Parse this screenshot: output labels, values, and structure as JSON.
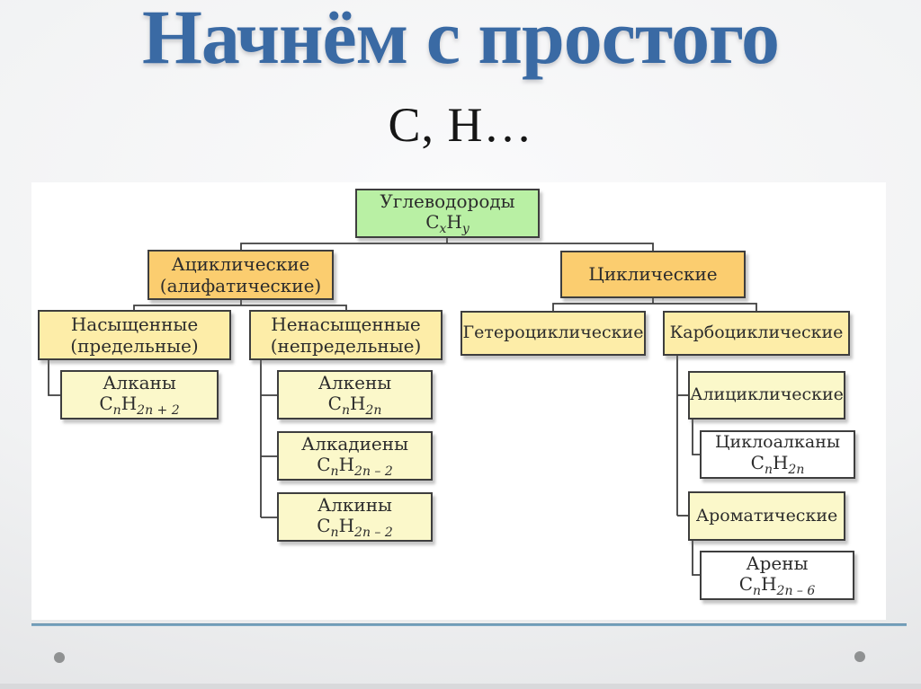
{
  "slide": {
    "title": "Начнём с простого",
    "subtitle": "С, Н…"
  },
  "palette": {
    "title_blue": "#3a6aa4",
    "green": "#b9f0a4",
    "amber": "#fbcd6f",
    "yellow": "#fdeda8",
    "pale_yellow": "#fbf8ca",
    "white": "#ffffff",
    "rule_teal": "#7ca6c0",
    "dot_gray": "#8f9192",
    "connector": "#3f3f3f"
  },
  "diagram": {
    "nodes": {
      "uglevodorody": {
        "line1": "Углеводороды",
        "formula": {
          "b1": "C",
          "s1": "x",
          "b2": "H",
          "s2": "y"
        }
      },
      "aciklicheskie": {
        "line1": "Ациклические",
        "line2": "(алифатические)"
      },
      "ciklicheskie": {
        "line1": "Циклические"
      },
      "nasyshchennye": {
        "line1": "Насыщенные",
        "line2": "(предельные)"
      },
      "nenasyshchennye": {
        "line1": "Ненасыщенные",
        "line2": "(непредельные)"
      },
      "geterociklicheskie": {
        "line1": "Гетероциклические"
      },
      "karbociklicheskie": {
        "line1": "Карбоциклические"
      },
      "alkany": {
        "line1": "Алканы",
        "formula": {
          "b1": "C",
          "s1": "n",
          "b2": "H",
          "s2": "2n + 2"
        }
      },
      "alkeny": {
        "line1": "Алкены",
        "formula": {
          "b1": "C",
          "s1": "n",
          "b2": "H",
          "s2": "2n"
        }
      },
      "alkadieny": {
        "line1": "Алкадиены",
        "formula": {
          "b1": "C",
          "s1": "n",
          "b2": "H",
          "s2": "2n – 2"
        }
      },
      "alkiny": {
        "line1": "Алкины",
        "formula": {
          "b1": "C",
          "s1": "n",
          "b2": "H",
          "s2": "2n – 2"
        }
      },
      "aliciklicheskie": {
        "line1": "Алициклические"
      },
      "cikloalkany": {
        "line1": "Циклоалканы",
        "formula": {
          "b1": "C",
          "s1": "n",
          "b2": "H",
          "s2": "2n"
        }
      },
      "aromaticheskie": {
        "line1": "Ароматические"
      },
      "areny": {
        "line1": "Арены",
        "formula": {
          "b1": "C",
          "s1": "n",
          "b2": "H",
          "s2": "2n – 6"
        }
      }
    },
    "edges": [
      [
        "uglevodorody",
        "aciklicheskie"
      ],
      [
        "uglevodorody",
        "ciklicheskie"
      ],
      [
        "aciklicheskie",
        "nasyshchennye"
      ],
      [
        "aciklicheskie",
        "nenasyshchennye"
      ],
      [
        "ciklicheskie",
        "geterociklicheskie"
      ],
      [
        "ciklicheskie",
        "karbociklicheskie"
      ],
      [
        "nasyshchennye",
        "alkany"
      ],
      [
        "nenasyshchennye",
        "alkeny"
      ],
      [
        "nenasyshchennye",
        "alkadieny"
      ],
      [
        "nenasyshchennye",
        "alkiny"
      ],
      [
        "karbociklicheskie",
        "aliciklicheskie"
      ],
      [
        "karbociklicheskie",
        "aromaticheskie"
      ],
      [
        "aliciklicheskie",
        "cikloalkany"
      ],
      [
        "aromaticheskie",
        "areny"
      ]
    ]
  }
}
